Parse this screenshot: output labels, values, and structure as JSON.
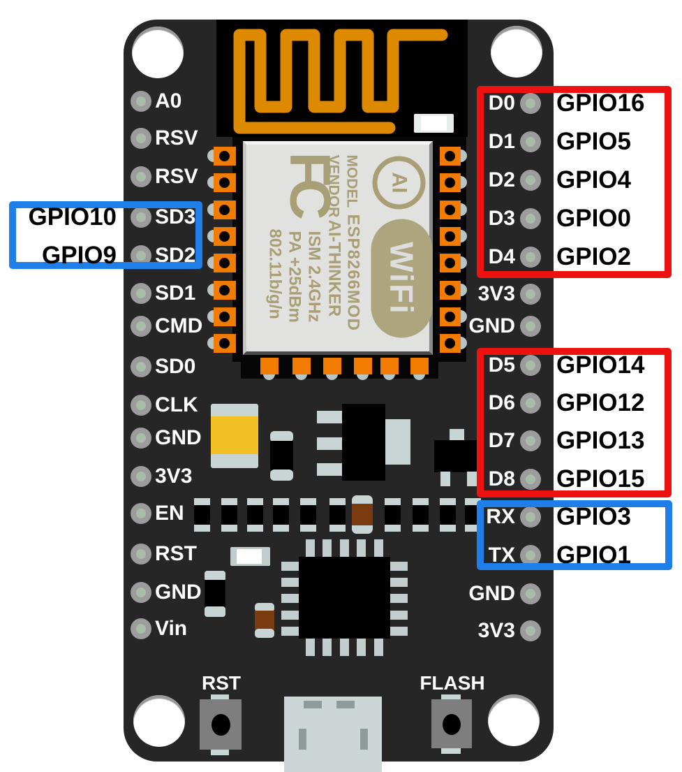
{
  "board": {
    "left_pins": [
      "A0",
      "RSV",
      "RSV",
      "SD3",
      "SD2",
      "SD1",
      "CMD",
      "SD0",
      "CLK",
      "GND",
      "3V3",
      "EN",
      "RST",
      "GND",
      "Vin"
    ],
    "right_pins": [
      "D0",
      "D1",
      "D2",
      "D3",
      "D4",
      "3V3",
      "GND",
      "D5",
      "D6",
      "D7",
      "D8",
      "RX",
      "TX",
      "GND",
      "3V3"
    ],
    "buttons": {
      "reset": "RST",
      "flash": "FLASH"
    }
  },
  "module": {
    "line1_left": "MODEL",
    "line1_right": "ESP8266MOD",
    "line2_left": "VENDOR",
    "line2_right": "AI-THINKER",
    "line3": "ISM 2.4GHz",
    "line4": "PA +25dBm",
    "line5": "802.11b/g/n",
    "fcc_logo": "FC",
    "ai_logo": "AI",
    "wifi_logo": "WiFi"
  },
  "annotations": [
    {
      "id": "gpio-box-d0-d4",
      "color": "#ee1111",
      "labels": [
        "GPIO16",
        "GPIO5",
        "GPIO4",
        "GPIO0",
        "GPIO2"
      ]
    },
    {
      "id": "gpio-box-d5-d8",
      "color": "#ee1111",
      "labels": [
        "GPIO14",
        "GPIO12",
        "GPIO13",
        "GPIO15"
      ]
    },
    {
      "id": "gpio-box-uart",
      "color": "#1f7fe8",
      "labels": [
        "GPIO3",
        "GPIO1"
      ]
    },
    {
      "id": "gpio-box-sdio",
      "color": "#1f7fe8",
      "labels": [
        "GPIO10",
        "GPIO9"
      ]
    }
  ],
  "colors": {
    "red_box": "#ee1111",
    "blue_box": "#1f7fe8",
    "antenna": "#dd8a00",
    "pad_orange": "#f27c00",
    "board": "#262626",
    "silkscreen": "#a89f76",
    "yellow_cap": "#f2c224"
  }
}
